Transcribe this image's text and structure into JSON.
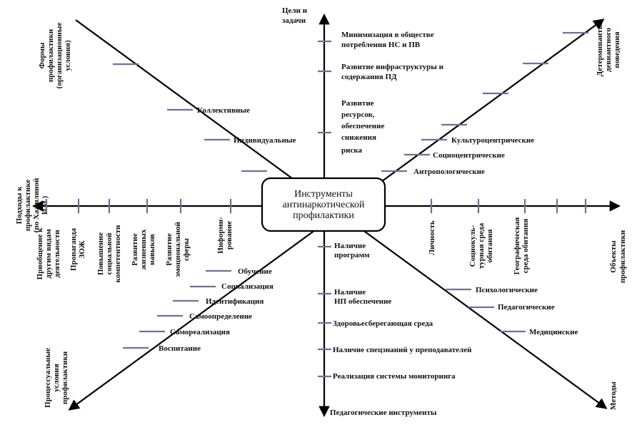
{
  "center": {
    "line1": "Инструменты",
    "line2": "антинаркотической",
    "line3": "профилактики"
  },
  "axes": {
    "top": "Цели и задачи",
    "bottom": "Педагогические инструменты",
    "left": "Подходы к профилактике (по Хажилиной И.И.)",
    "right": "Объекты профилактики",
    "topleft": "Формы профилактики (организационные условия)",
    "topright": "Детерминанты девиантного поведения",
    "bottomleft": "Процессуальные условия профилактики",
    "bottomright": "Методы"
  },
  "goals": [
    "Минимизация в обществе потребления НС и ПВ",
    "Развитие инфраструктуры и содержания ПД",
    "Развитие ресурсов, обеспечение снижения риска"
  ],
  "forms": [
    "Коллективные",
    "Индивидуальные"
  ],
  "determinants": [
    "Культуроцентрические",
    "Социоцентрические",
    "Антропологические"
  ],
  "approaches": [
    "Приобщение к другим видам деятельности",
    "Пропаганда ЗОЖ",
    "Повышение социальной компетентности",
    "Развитие жизненных навыков",
    "Развитие эмоциональной сферы",
    "Информирование"
  ],
  "objects": [
    "Личность",
    "Социокультурная среда обитания",
    "Географическая среда обитания"
  ],
  "process_conditions": [
    "Обучение",
    "Социализация",
    "Идентификация",
    "Самоопределение",
    "Самореализация",
    "Воспитание"
  ],
  "ped_tools": [
    "Наличие программ",
    "Наличие НП обеспечение",
    "Здоровьесберегающая среда",
    "Наличие спецзнаний у преподавателей",
    "Реализация системы мониторинга"
  ],
  "methods": [
    "Психологические",
    "Педагогические",
    "Медицинские"
  ],
  "colors": {
    "axis": "#000000",
    "tick": "#7a6a9a",
    "box_border": "#000000"
  }
}
